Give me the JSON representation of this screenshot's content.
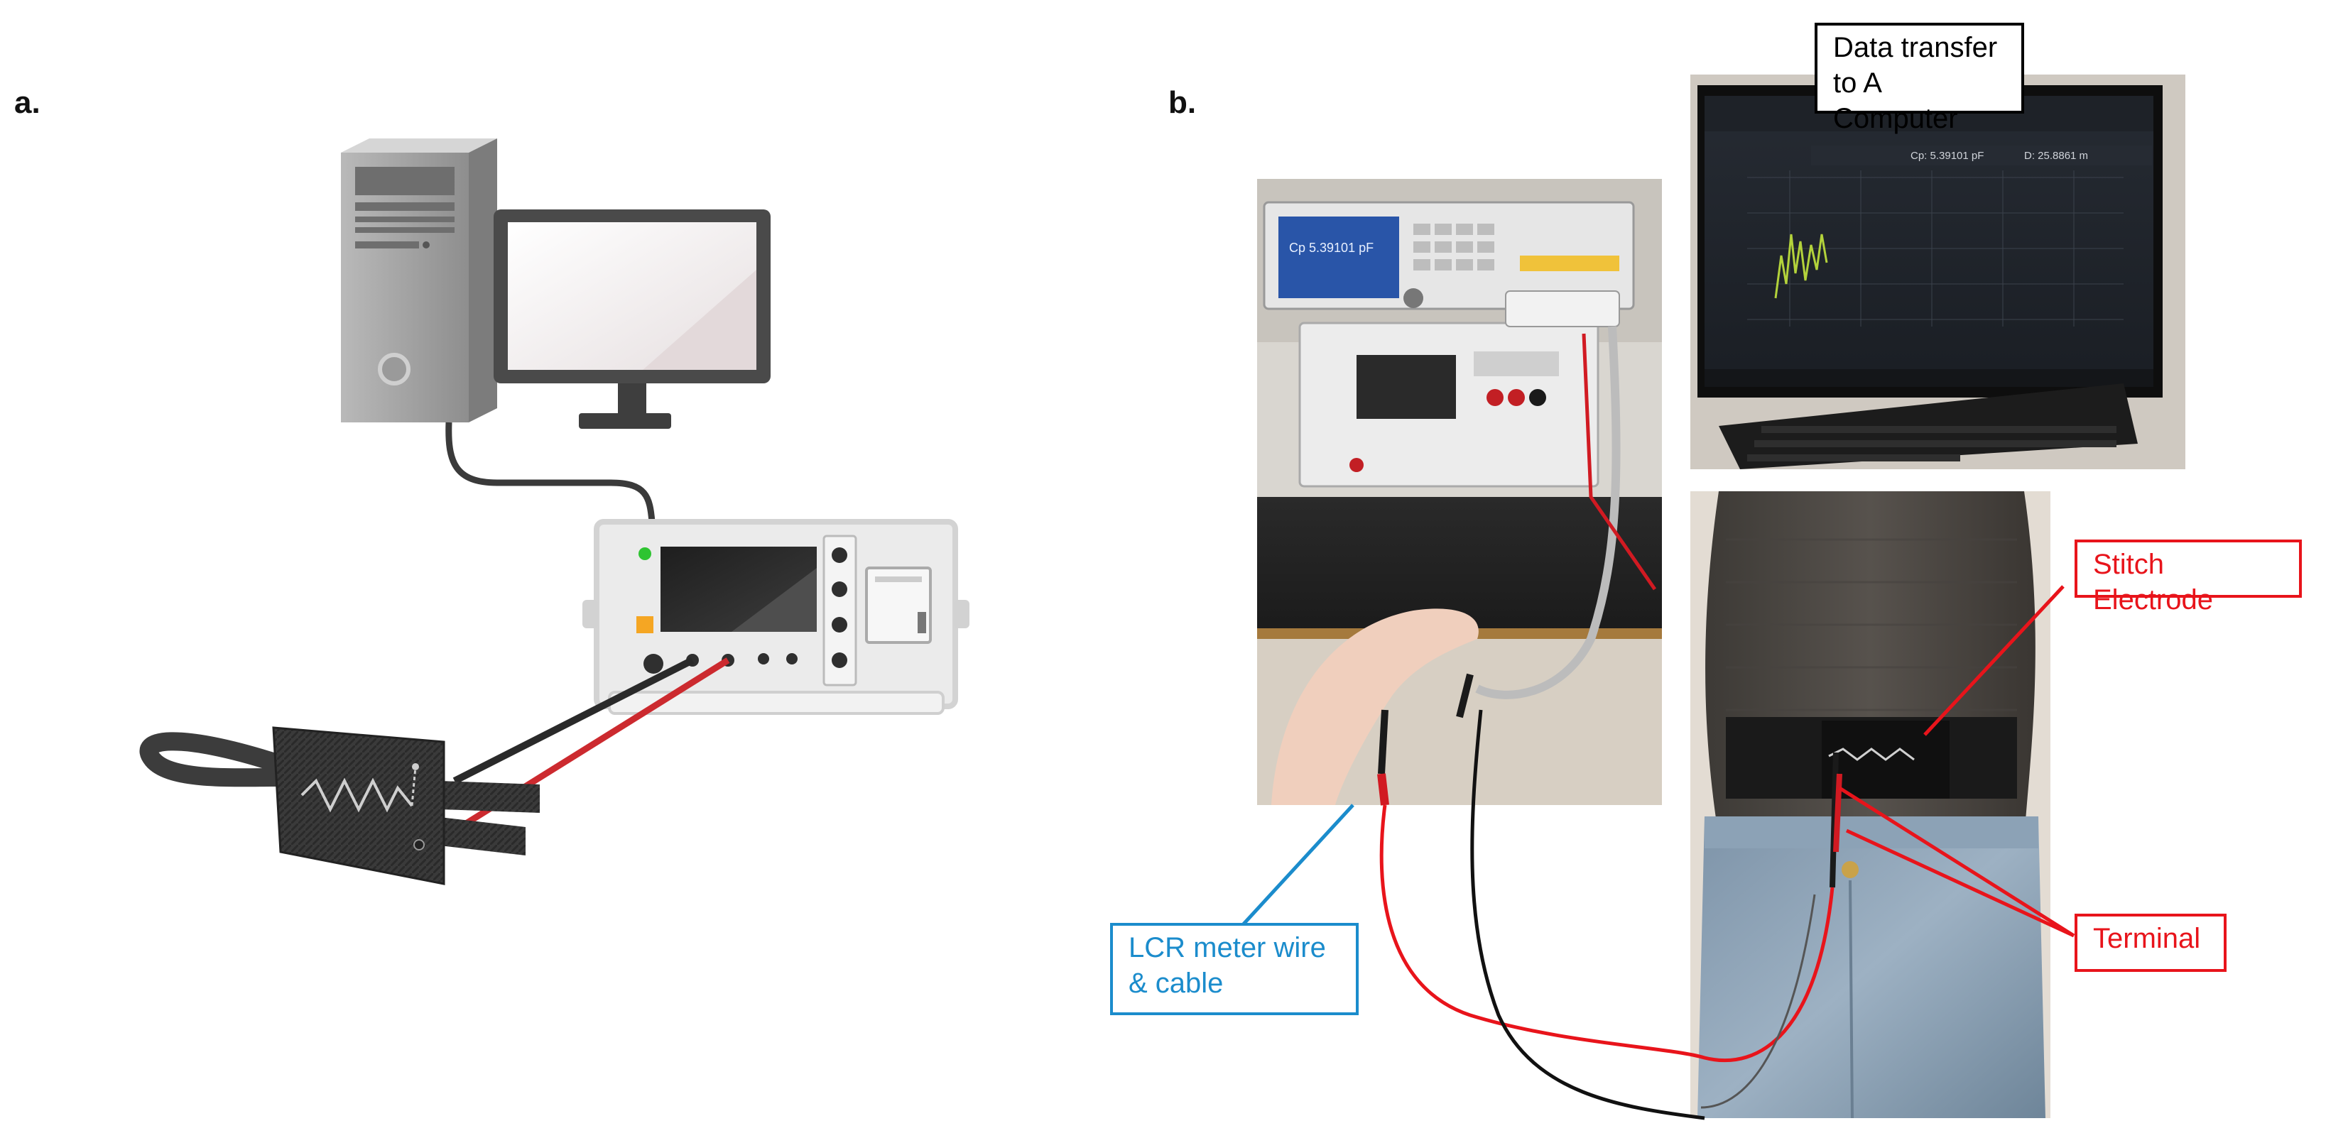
{
  "panels": {
    "a": {
      "label": "a."
    },
    "b": {
      "label": "b."
    }
  },
  "callouts": {
    "data_transfer": "Data transfer to A Computer",
    "stitch_electrode": "Stitch Electrode",
    "terminal": "Terminal",
    "lcr_meter": "LCR meter wire & cable"
  },
  "screen": {
    "cp_readout": "Cp: 5.39101 pF",
    "d_readout": "D: 25.8861 m"
  },
  "meter": {
    "cp_readout": "Cp 5.39101 pF"
  },
  "colors": {
    "red_callout": "#e8141b",
    "blue_callout": "#1b8ccc",
    "black_callout": "#000000"
  }
}
